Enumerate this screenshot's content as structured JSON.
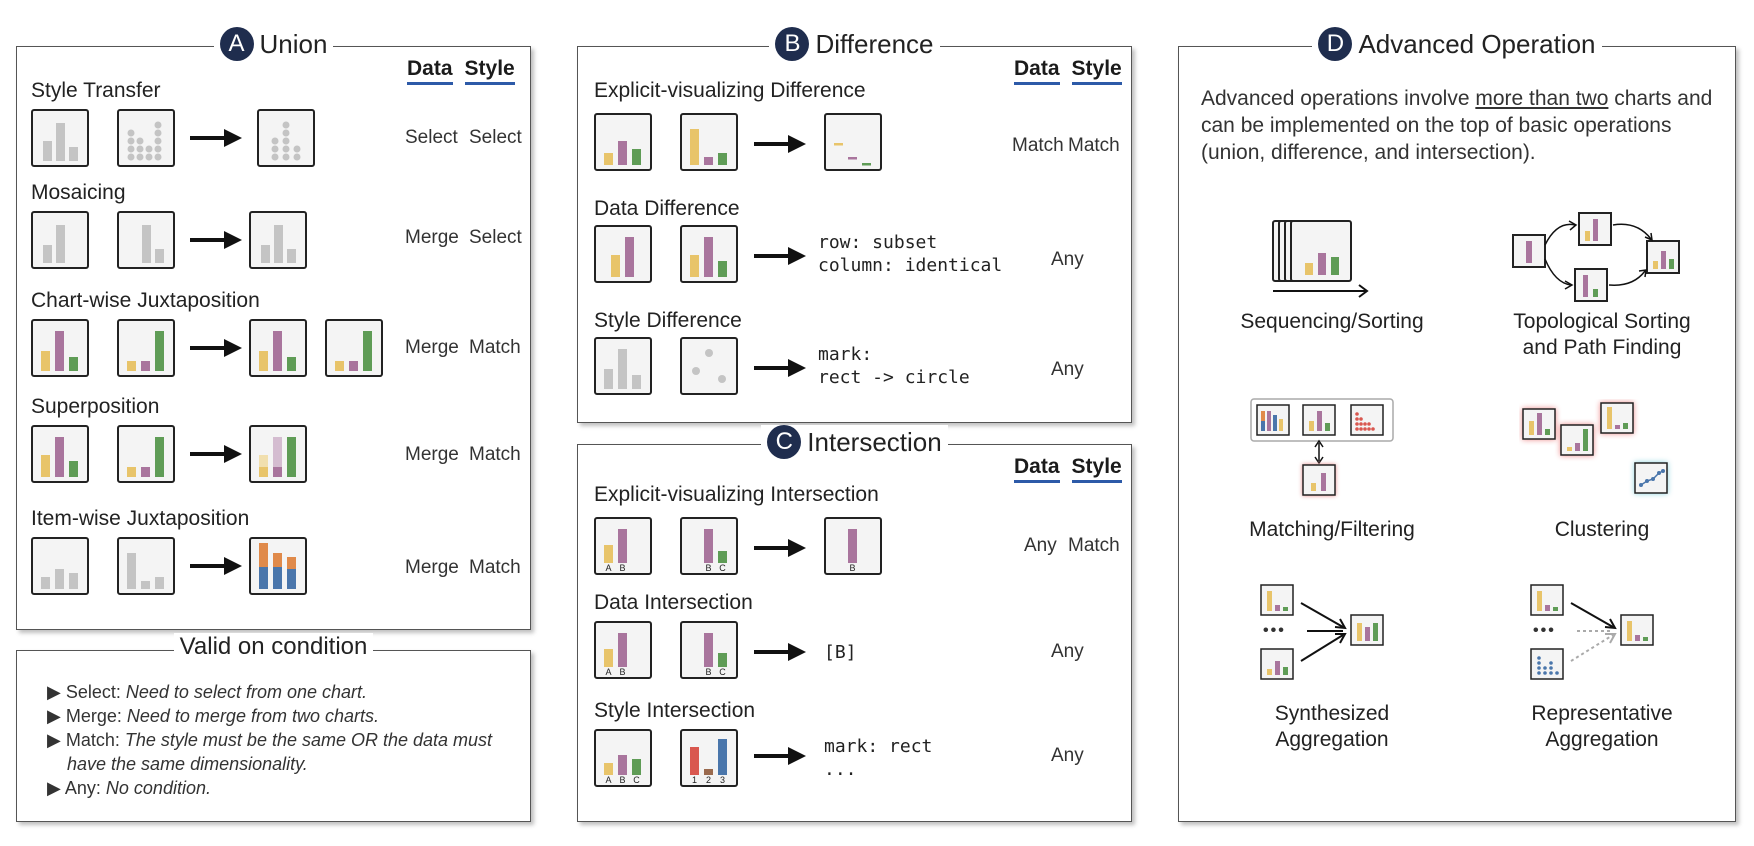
{
  "panelA": {
    "badge": "A",
    "title": "Union",
    "col_data": "Data",
    "col_style": "Style",
    "rows": [
      {
        "label": "Style Transfer",
        "data": "Select",
        "style": "Select"
      },
      {
        "label": "Mosaicing",
        "data": "Merge",
        "style": "Select"
      },
      {
        "label": "Chart-wise Juxtaposition",
        "data": "Merge",
        "style": "Match"
      },
      {
        "label": "Superposition",
        "data": "Merge",
        "style": "Match"
      },
      {
        "label": "Item-wise Juxtaposition",
        "data": "Merge",
        "style": "Match"
      }
    ]
  },
  "condition": {
    "title": "Valid on condition",
    "items": [
      {
        "key": "Select:",
        "text": "Need to select from one chart."
      },
      {
        "key": "Merge:",
        "text": "Need to merge from two charts."
      },
      {
        "key": "Match:",
        "text": "The style must be the same OR the data must",
        "text2": "have the same dimensionality."
      },
      {
        "key": "Any:",
        "text": "No condition."
      }
    ]
  },
  "panelB": {
    "badge": "B",
    "title": "Difference",
    "col_data": "Data",
    "col_style": "Style",
    "rows": [
      {
        "label": "Explicit-visualizing Difference",
        "data": "Match",
        "style": "Match"
      },
      {
        "label": "Data Difference",
        "result": "row: subset\ncolumn: identical",
        "any": "Any"
      },
      {
        "label": "Style Difference",
        "result": "mark:\nrect -> circle",
        "any": "Any"
      }
    ]
  },
  "panelC": {
    "badge": "C",
    "title": "Intersection",
    "col_data": "Data",
    "col_style": "Style",
    "rows": [
      {
        "label": "Explicit-visualizing Intersection",
        "data": "Any",
        "style": "Match"
      },
      {
        "label": "Data Intersection",
        "result": "[B]",
        "any": "Any"
      },
      {
        "label": "Style Intersection",
        "result": "mark: rect\n...",
        "any": "Any"
      }
    ],
    "letters": {
      "a": "A",
      "b": "B",
      "c": "C",
      "n1": "1",
      "n2": "2",
      "n3": "3"
    }
  },
  "panelD": {
    "badge": "D",
    "title": "Advanced Operation",
    "intro_1a": "Advanced operations involve ",
    "intro_1u": "more than two",
    "intro_1b": " charts and",
    "intro_2": "can be implemented on the top of basic operations",
    "intro_3": "(union, difference, and intersection).",
    "ops": {
      "sequencing": "Sequencing/Sorting",
      "topo_1": "Topological Sorting",
      "topo_2": "and Path Finding",
      "matching": "Matching/Filtering",
      "clustering": "Clustering",
      "synth_1": "Synthesized",
      "synth_2": "Aggregation",
      "rep_1": "Representative",
      "rep_2": "Aggregation",
      "dots": "•••"
    }
  },
  "colors": {
    "yellow": "#e8c46a",
    "purple": "#a9759d",
    "green": "#5f9c56",
    "gray": "#c4c4c4",
    "orange": "#e08a4a",
    "blue": "#4a76ab",
    "red": "#d9574f",
    "brown": "#9a6a4e",
    "border": "#222222"
  }
}
